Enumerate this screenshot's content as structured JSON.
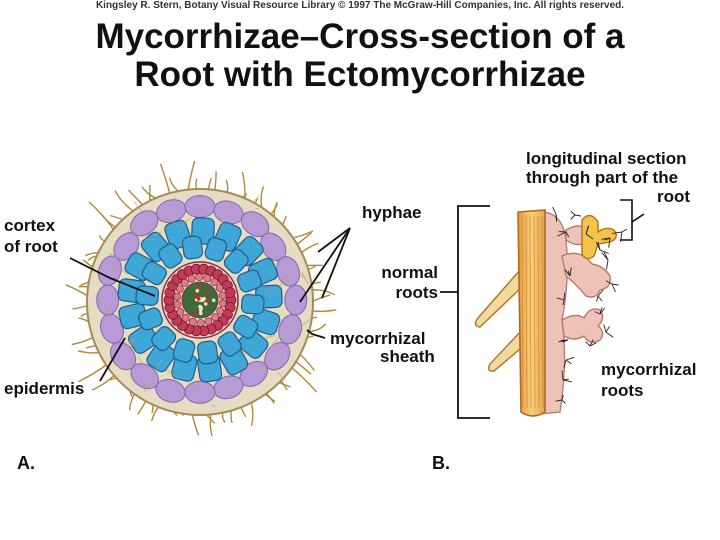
{
  "header": {
    "copyright": "Kingsley R. Stern, Botany Visual Resource Library © 1997 The McGraw-Hill Companies, Inc. All rights reserved.",
    "title_line1": "Mycorrhizae–Cross-section of a",
    "title_line2": "Root with Ectomycorrhizae"
  },
  "panel_a": {
    "letter": "A.",
    "labels": {
      "cortex_line1": "cortex",
      "cortex_line2": "of root",
      "epidermis": "epidermis",
      "hyphae": "hyphae",
      "normal_roots_line1": "normal",
      "normal_roots_line2": "roots",
      "sheath_line1": "mycorrhizal",
      "sheath_line2": "sheath"
    }
  },
  "panel_b": {
    "letter": "B.",
    "labels": {
      "long_line1": "longitudinal section",
      "long_line2": "through part of the",
      "long_line3": "root",
      "myc_roots_line1": "mycorrhizal",
      "myc_roots_line2": "roots"
    }
  },
  "colors": {
    "cortex_cell": "#3fa6d8",
    "epidermis_cell": "#b79ad6",
    "stele_ring": "#c23a55",
    "hyphae": "#b08a3a",
    "root_core": "#f0b85a",
    "root_sheath": "#efc2b8"
  }
}
